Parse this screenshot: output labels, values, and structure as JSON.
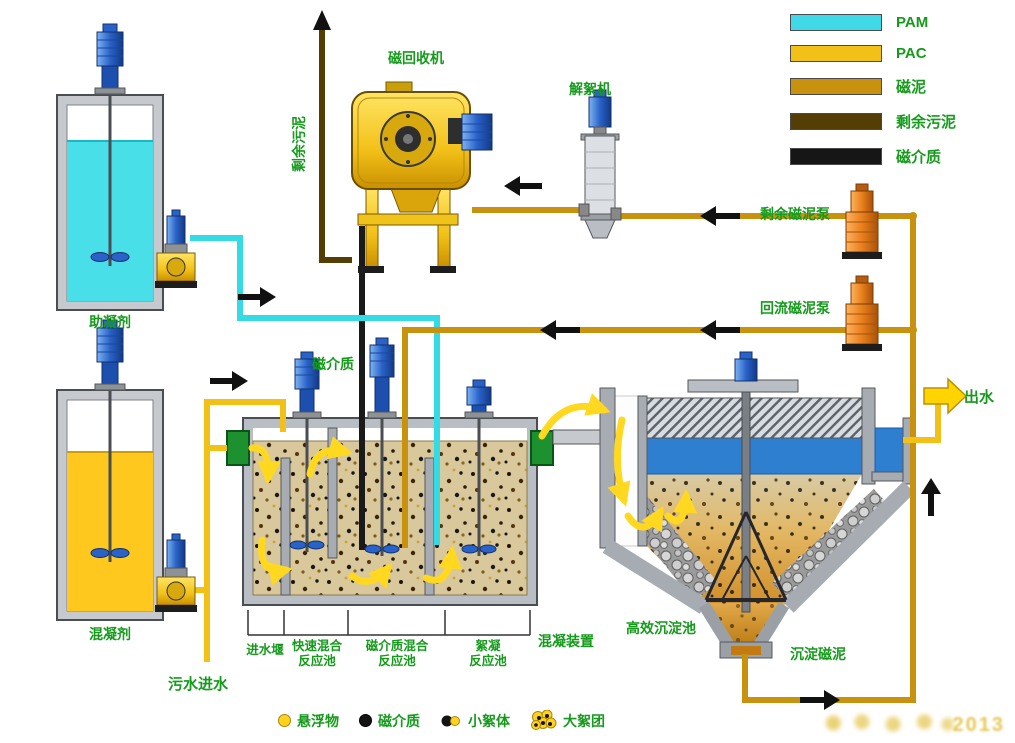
{
  "labels": {
    "magnetic_recovery_machine": "磁回收机",
    "deflocculator": "解絮机",
    "coagulant_aid_tank": "助凝剂",
    "coagulant_tank": "混凝剂",
    "excess_magnetic_sludge_pump": "剩余磁泥泵",
    "return_magnetic_sludge_pump": "回流磁泥泵",
    "effluent": "出水",
    "clarifier": "高效沉淀池",
    "settled_magnetic_sludge": "沉淀磁泥",
    "influent": "污水进水",
    "coagulation_unit": "混凝装置",
    "inlet_weir": "进水堰",
    "rapid_mix_1": "快速混合",
    "rapid_mix_2": "反应池",
    "media_mix_1": "磁介质混合",
    "media_mix_2": "反应池",
    "floc_1": "絮凝",
    "floc_2": "反应池",
    "magnetic_media_feed": "磁介质",
    "excess_sludge": "剩余污泥"
  },
  "legend": {
    "items": [
      {
        "label": "PAM",
        "color": "#3fd9e8"
      },
      {
        "label": "PAC",
        "color": "#f2c118"
      },
      {
        "label": "磁泥",
        "color": "#c8920e"
      },
      {
        "label": "剩余污泥",
        "color": "#553d06"
      },
      {
        "label": "磁介质",
        "color": "#161616"
      }
    ]
  },
  "particle_legend": {
    "items": [
      {
        "label": "悬浮物"
      },
      {
        "label": "磁介质"
      },
      {
        "label": "小絮体"
      },
      {
        "label": "大絮团"
      }
    ]
  },
  "watermark": {
    "text": "2013"
  },
  "colors": {
    "pam_pipe": "#35dbe4",
    "pac_pipe": "#f2c118",
    "magnetic_sludge_pipe": "#c8920e",
    "excess_sludge_pipe": "#553d06",
    "magnetic_media_pipe": "#1a1a1a",
    "aid_liquid": "#48dfe8",
    "coagulant_liquid": "#ffc81e",
    "clarified_water": "#2e7fd0",
    "label_text": "#159a1c"
  }
}
